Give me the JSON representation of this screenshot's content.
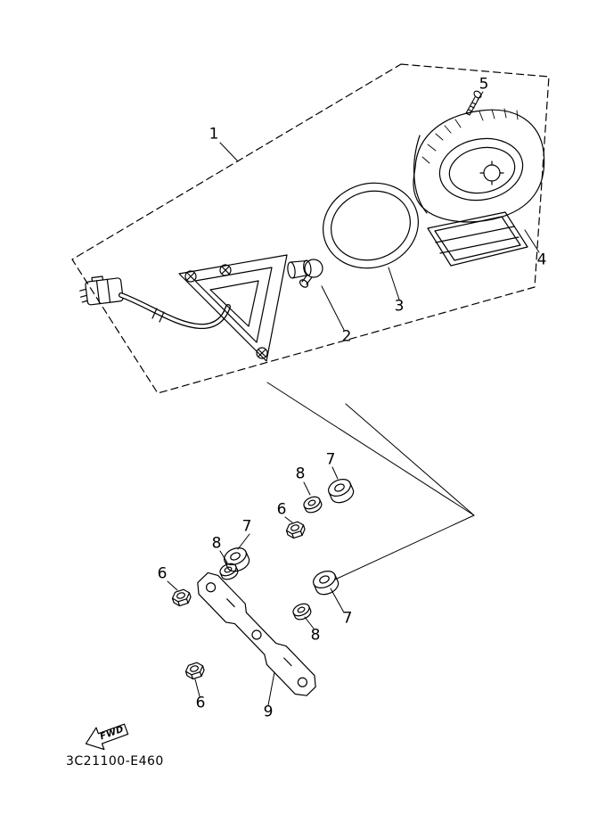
{
  "diagram": {
    "part_code": "3C21100-E460",
    "fwd_label": "FWD",
    "callouts": [
      "1",
      "5",
      "4",
      "3",
      "2",
      "7",
      "8",
      "6",
      "7",
      "8",
      "6",
      "7",
      "8",
      "6",
      "9"
    ]
  }
}
